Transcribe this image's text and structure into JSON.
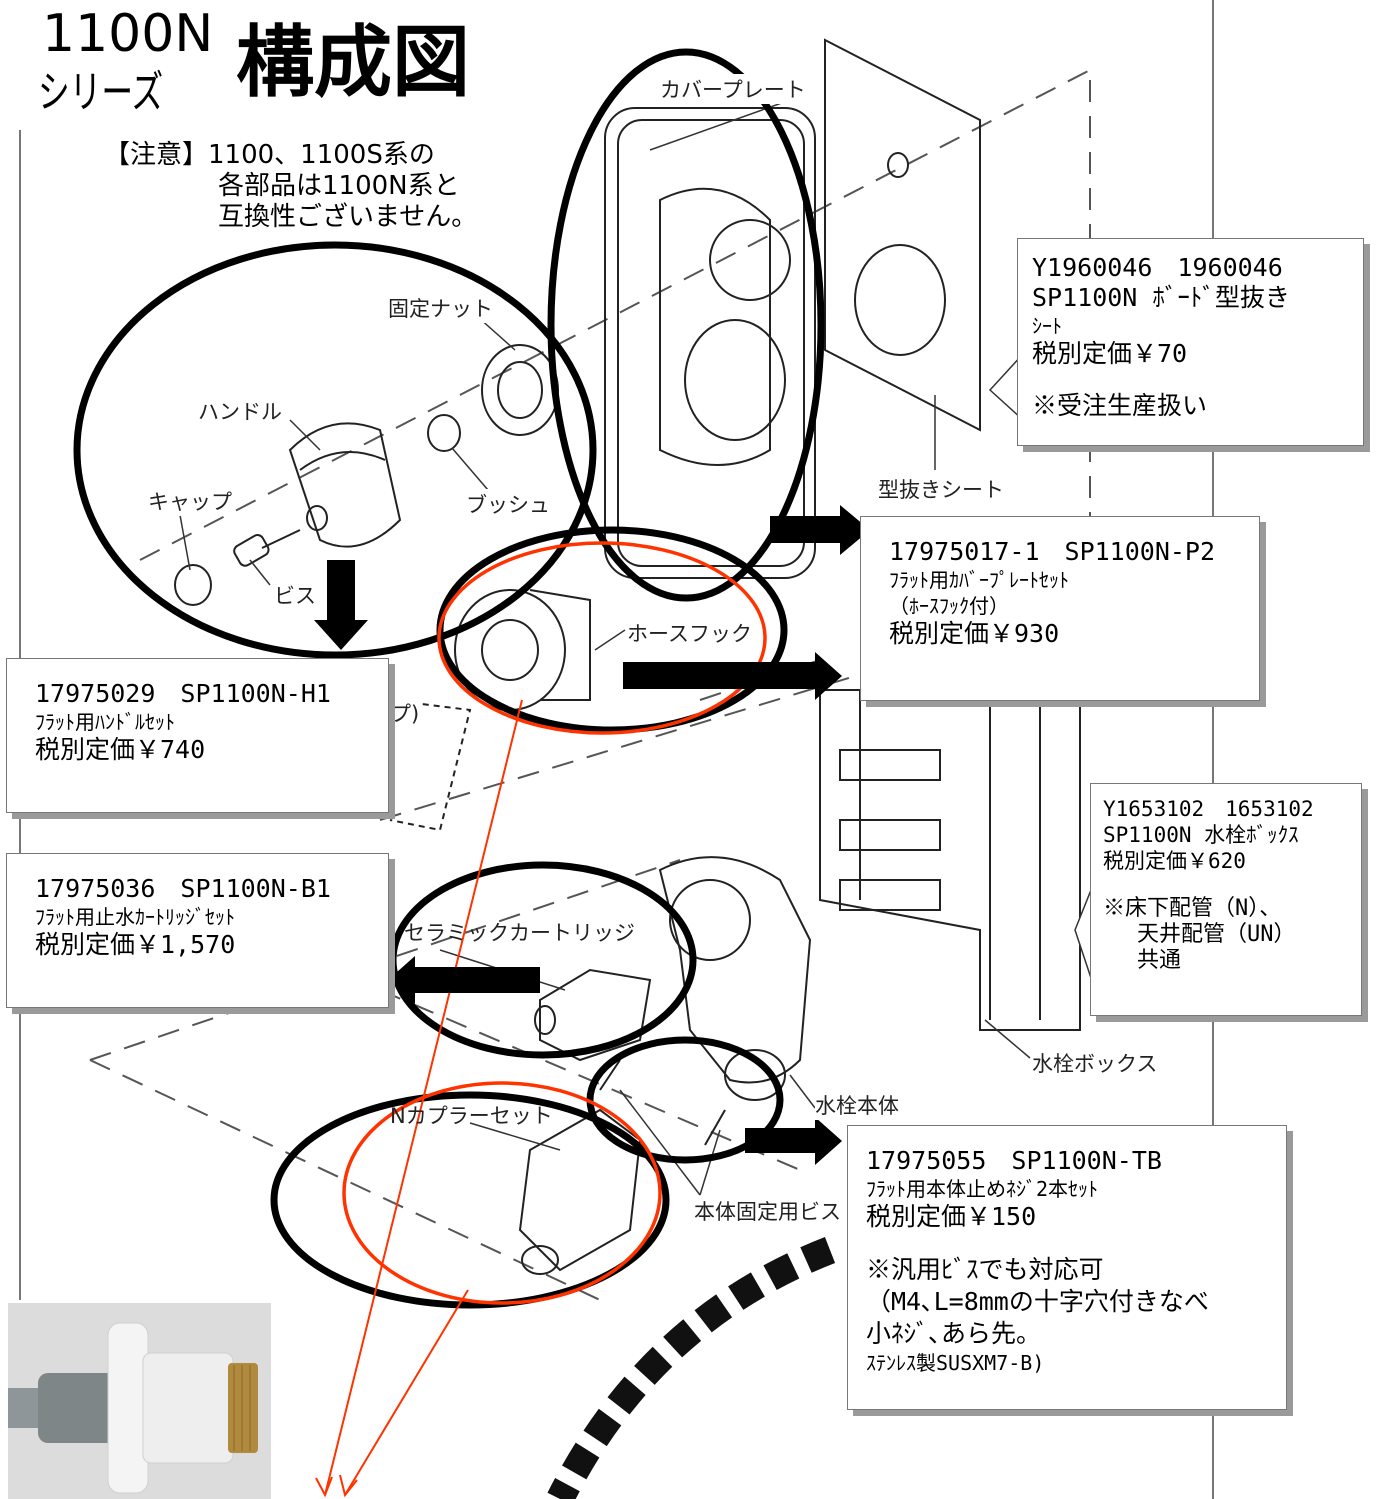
{
  "header": {
    "series_line1": "1100N",
    "series_line2": "シリーズ",
    "title": "構成図",
    "notice_line1": "【注意】1100、1100S系の",
    "notice_line2": "各部品は1100N系と",
    "notice_line3": "互換性ございません。"
  },
  "diagram_labels": {
    "cover_plate": "カバープレート",
    "fixing_nut": "固定ナット",
    "handle": "ハンドル",
    "cap": "キャップ",
    "bush": "ブッシュ",
    "screw": "ビス",
    "die_cut_sheet": "型抜きシート",
    "hose_hook": "ホースフック",
    "cap_partial": "プ)",
    "ceramic_cartridge": "セラミックカートリッジ",
    "faucet_box": "水栓ボックス",
    "faucet_body": "水栓本体",
    "n_coupler_set": "Nカプラーセット",
    "body_fixing_screw": "本体固定用ビス"
  },
  "parts": {
    "sheet": {
      "code": "Y1960046　1960046",
      "name": "SP1100N ﾎﾞｰﾄﾞ型抜き",
      "name2": "ｼｰﾄ",
      "price": "税別定価￥70",
      "note": "※受注生産扱い"
    },
    "cover": {
      "code": "17975017-1　SP1100N-P2",
      "name": "ﾌﾗｯﾄ用ｶﾊﾞｰﾌﾟﾚｰﾄｾｯﾄ",
      "name2": "（ﾎｰｽﾌｯｸ付）",
      "price": "税別定価￥930"
    },
    "handle": {
      "code": "17975029　SP1100N-H1",
      "name": "ﾌﾗｯﾄ用ﾊﾝﾄﾞﾙｾｯﾄ",
      "price": "税別定価￥740"
    },
    "box": {
      "code": "Y1653102　1653102",
      "name": "SP1100N 水栓ﾎﾞｯｸｽ",
      "price": "税別定価￥620",
      "note1": "※床下配管（N）、",
      "note2": "天井配管（UN）",
      "note3": "共通"
    },
    "cartridge": {
      "code": "17975036　SP1100N-B1",
      "name": "ﾌﾗｯﾄ用止水ｶｰﾄﾘｯｼﾞｾｯﾄ",
      "price": "税別定価￥1,570"
    },
    "body_screw": {
      "code": "17975055　SP1100N-TB",
      "name": "ﾌﾗｯﾄ用本体止めﾈｼﾞ2本ｾｯﾄ",
      "price": "税別定価￥150",
      "note1": "※汎用ﾋﾞｽでも対応可",
      "note2": "（M4､L=8mmの十字穴付きなべ",
      "note3": "小ﾈｼﾞ､あら先。",
      "note4": "ｽﾃﾝﾚｽ製SUSXM7-B)"
    }
  }
}
